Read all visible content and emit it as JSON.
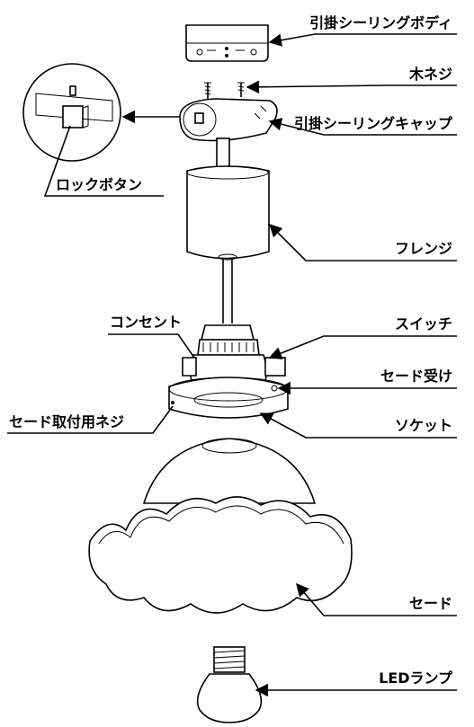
{
  "labels": {
    "ceiling_body": "引掛シーリングボディ",
    "wood_screw": "木ネジ",
    "ceiling_cap": "引掛シーリングキャップ",
    "lock_button": "ロックボタン",
    "flange": "フレンジ",
    "switch": "スイッチ",
    "outlet": "コンセント",
    "shade_holder": "セード受け",
    "shade_screw": "セード取付用ネジ",
    "socket": "ソケット",
    "shade": "セード",
    "led_lamp": "LEDランプ"
  },
  "colors": {
    "line": "#000000",
    "background": "#ffffff"
  }
}
